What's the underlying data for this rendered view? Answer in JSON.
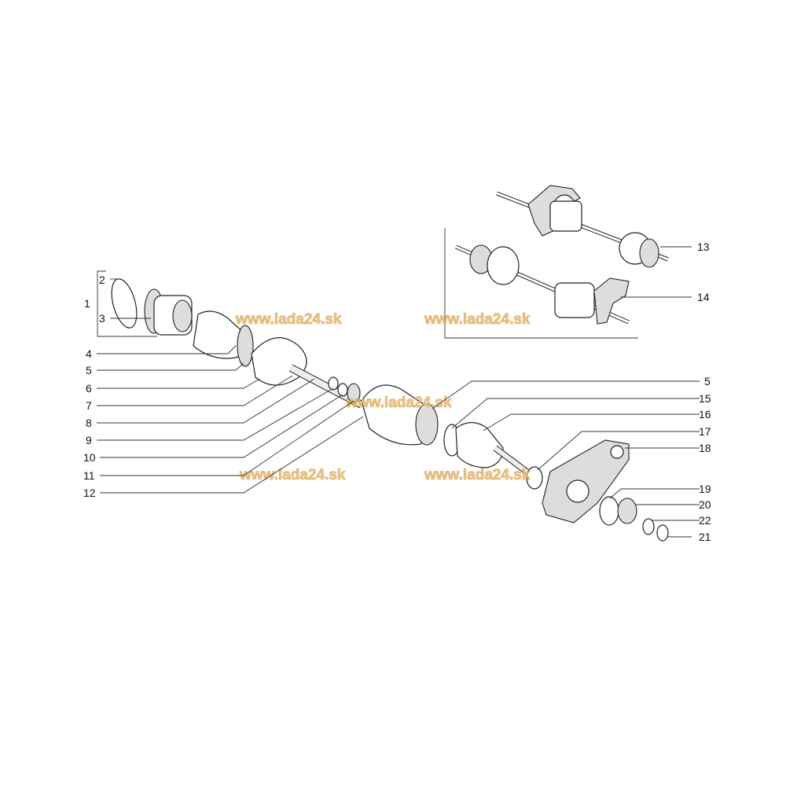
{
  "diagram": {
    "title": "Drive shaft assembly exploded view",
    "watermark": "www.lada24.sk",
    "callouts_left": [
      "2",
      "1",
      "3",
      "4",
      "5",
      "6",
      "7",
      "8",
      "9",
      "10",
      "11",
      "12"
    ],
    "callouts_right": [
      "13",
      "14",
      "5",
      "15",
      "16",
      "17",
      "18",
      "19",
      "20",
      "22",
      "21"
    ]
  }
}
